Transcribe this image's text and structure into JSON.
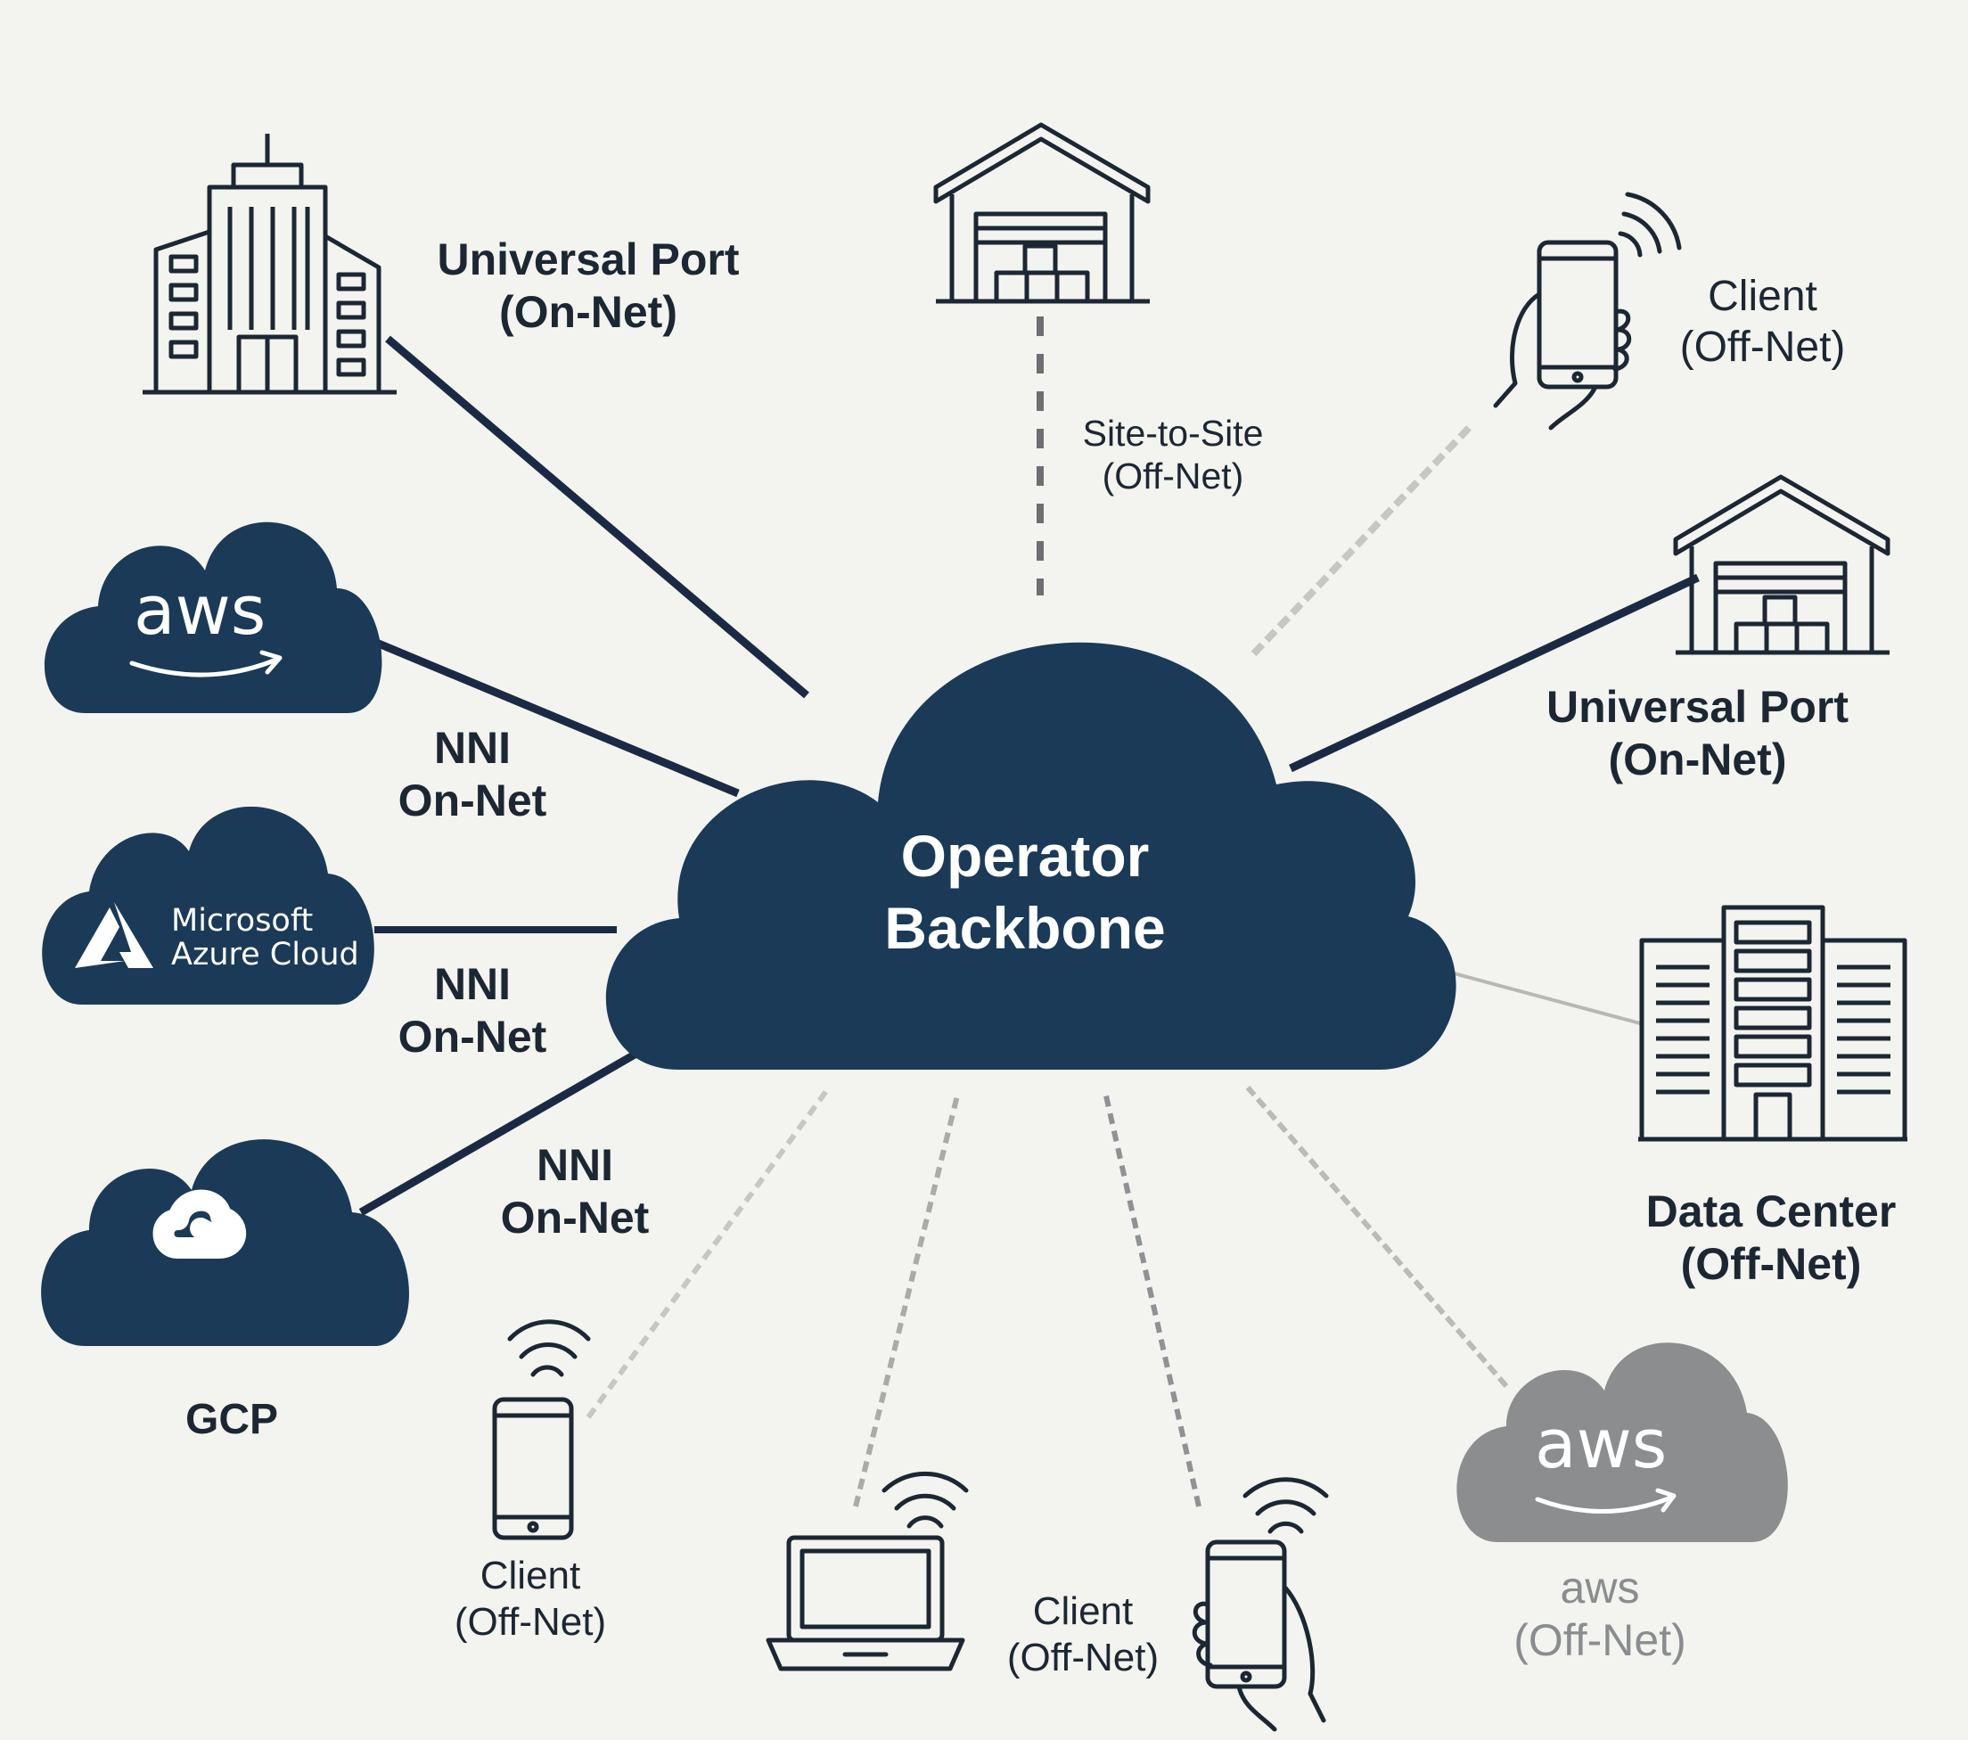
{
  "backbone": {
    "line1": "Operator",
    "line2": "Backbone"
  },
  "nodes": {
    "universal_port_left": {
      "line1": "Universal Port",
      "line2": "(On-Net)"
    },
    "site_to_site": {
      "line1": "Site-to-Site",
      "line2": "(Off-Net)"
    },
    "client_top_right": {
      "line1": "Client",
      "line2": "(Off-Net)"
    },
    "universal_port_right": {
      "line1": "Universal Port",
      "line2": "(On-Net)"
    },
    "data_center": {
      "line1": "Data Center",
      "line2": "(Off-Net)"
    },
    "aws_off_net": {
      "logo": "aws",
      "line1": "aws",
      "line2": "(Off-Net)"
    },
    "client_bottom_middle": {
      "line1": "Client",
      "line2": "(Off-Net)"
    },
    "client_bottom_left": {
      "line1": "Client",
      "line2": "(Off-Net)"
    },
    "gcp": {
      "line1": "GCP"
    },
    "aws_nni": {
      "logo": "aws"
    },
    "azure_nni": {
      "logo_line1": "Microsoft",
      "logo_line2": "Azure Cloud"
    }
  },
  "links": {
    "aws_nni": {
      "line1": "NNI",
      "line2": "On-Net"
    },
    "azure_nni": {
      "line1": "NNI",
      "line2": "On-Net"
    },
    "gcp_nni": {
      "line1": "NNI",
      "line2": "On-Net"
    }
  },
  "colors": {
    "navy": "#1b3a57",
    "ink": "#1d2733",
    "muted": "#8a8d8f",
    "background": "#f3f4ef"
  }
}
